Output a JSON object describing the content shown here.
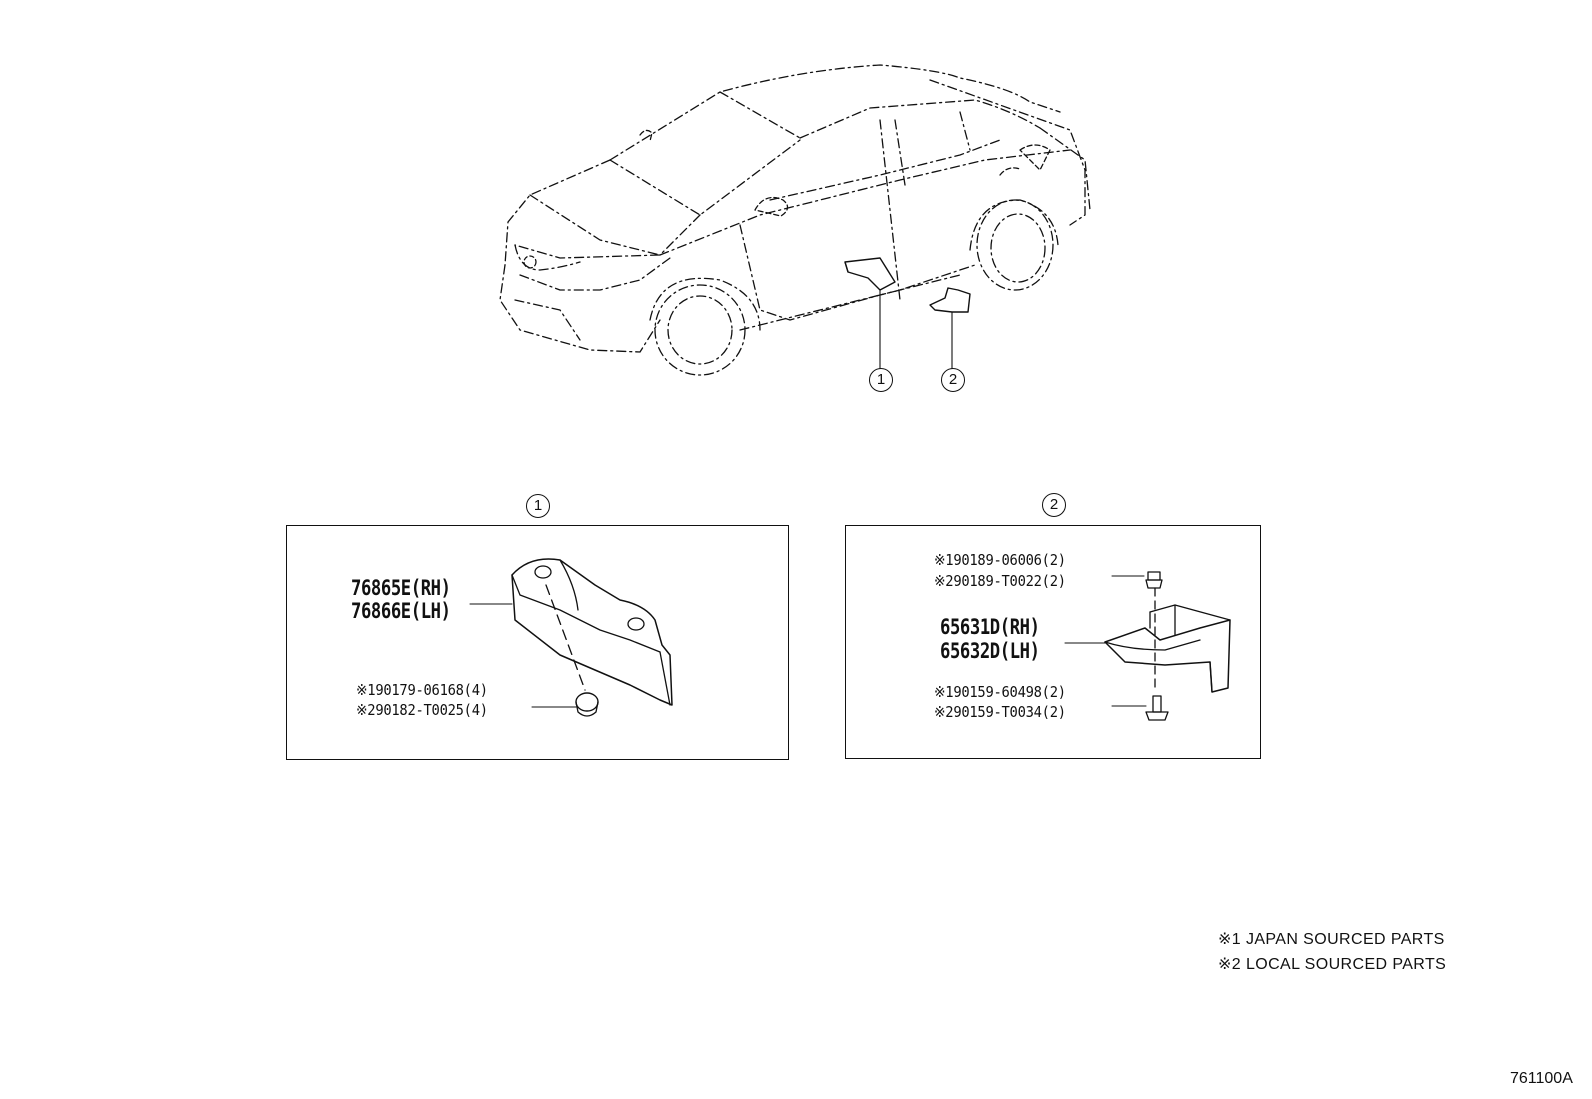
{
  "callouts": {
    "one": "1",
    "two": "2"
  },
  "panel1": {
    "callout": "1",
    "parts": [
      "76865E(RH)",
      "76866E(LH)"
    ],
    "fasteners": [
      "※190179-06168(4)",
      "※290182-T0025(4)"
    ]
  },
  "panel2": {
    "callout": "2",
    "top_fasteners": [
      "※190189-06006(2)",
      "※290189-T0022(2)"
    ],
    "parts": [
      "65631D(RH)",
      "65632D(LH)"
    ],
    "bottom_fasteners": [
      "※190159-60498(2)",
      "※290159-T0034(2)"
    ]
  },
  "legend": [
    "※1 JAPAN SOURCED PARTS",
    "※2 LOCAL SOURCED PARTS"
  ],
  "diagram_code": "761100A"
}
